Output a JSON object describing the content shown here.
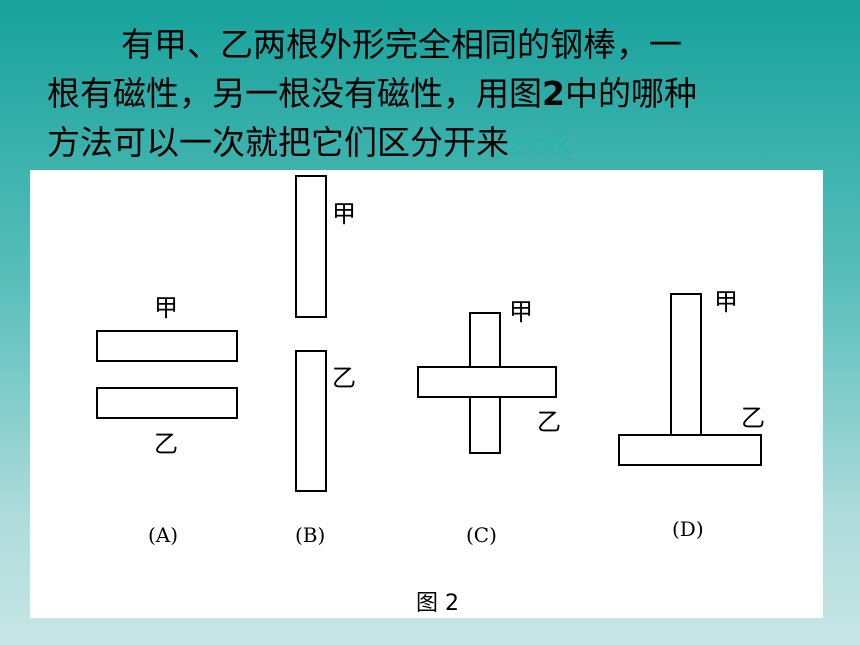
{
  "question": {
    "line1": "有甲、乙两根外形完全相同的钢棒，一",
    "line2_a": "根有磁性，另一根没有磁性，用图",
    "line2_num": "2",
    "line2_b": "中的哪种",
    "line3": "方法可以一次就把它们区分开来",
    "watermark": "zxxk"
  },
  "figure": {
    "title": "图 2",
    "bar_labels": {
      "jia": "甲",
      "yi": "乙"
    },
    "options": [
      {
        "id": "A",
        "caption": "(A)"
      },
      {
        "id": "B",
        "caption": "(B)"
      },
      {
        "id": "C",
        "caption": "(C)"
      },
      {
        "id": "D",
        "caption": "(D)"
      }
    ]
  }
}
